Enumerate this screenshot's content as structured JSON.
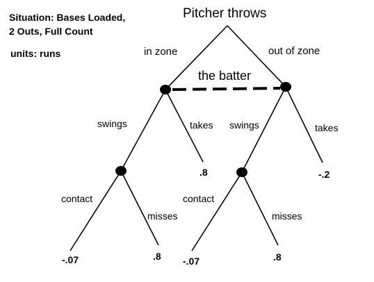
{
  "situation": {
    "line1": "Situation: Bases Loaded,",
    "line2": "2 Outs, Full Count",
    "units": "units: runs"
  },
  "root": {
    "label": "Pitcher throws"
  },
  "pitch_branches": {
    "in_zone": "in zone",
    "out_of_zone": "out of zone"
  },
  "information_set": {
    "label": "the batter"
  },
  "left_batter": {
    "swings": "swings",
    "takes": "takes",
    "takes_payoff": ".8",
    "contact": "contact",
    "misses": "misses",
    "contact_payoff": "-.07",
    "misses_payoff": ".8"
  },
  "right_batter": {
    "swings": "swings",
    "takes": "takes",
    "takes_payoff": "-.2",
    "contact": "contact",
    "misses": "misses",
    "contact_payoff": "-.07",
    "misses_payoff": ".8"
  }
}
